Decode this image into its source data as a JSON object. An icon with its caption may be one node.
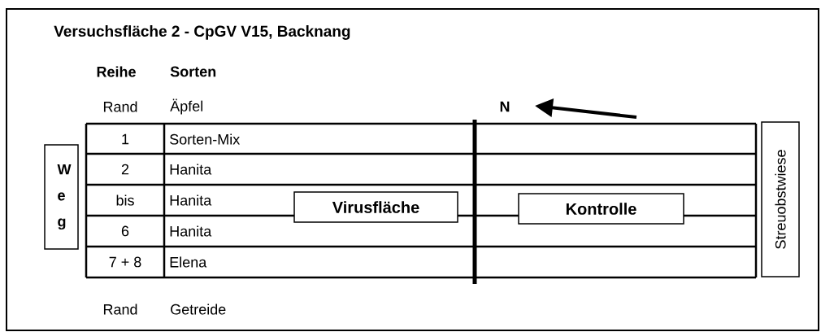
{
  "diagram": {
    "title": "Versuchsfläche 2 - CpGV V15, Backnang",
    "nodes": [
      {
        "text": [
          "W e g"
        ]
      },
      {
        "text": [
          "Virusfläche"
        ]
      },
      {
        "text": [
          "Kontrolle"
        ]
      },
      {
        "text": [
          "Streuobstwiese"
        ]
      }
    ],
    "labels": [
      "Reihe",
      "Sorten",
      "Rand",
      "Äpfel",
      "N",
      "1",
      "Sorten-Mix",
      "2",
      "Hanita",
      "bis",
      "Hanita",
      "6",
      "Hanita",
      "7 + 8",
      "Elena",
      "Rand",
      "Getreide"
    ]
  }
}
